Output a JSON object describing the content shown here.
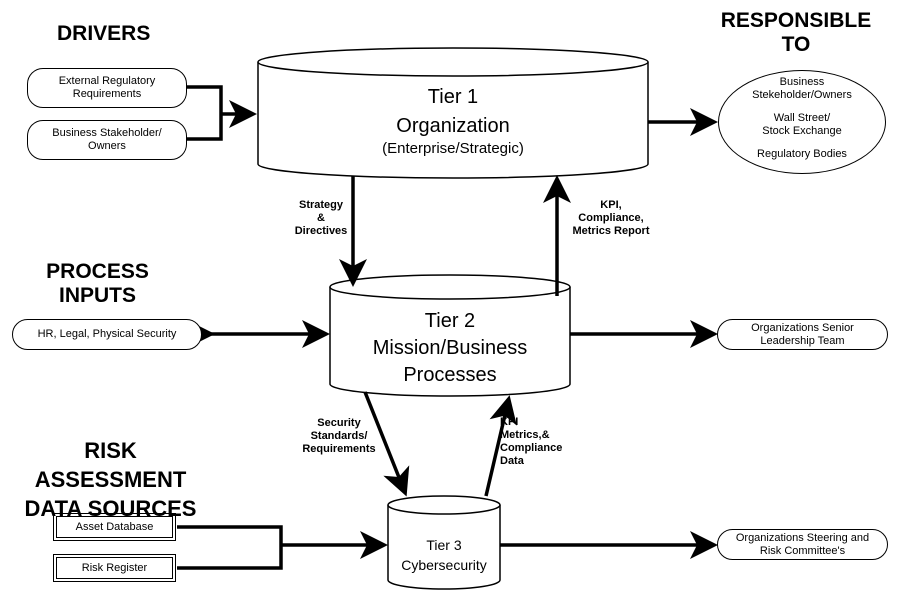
{
  "headings": {
    "drivers": "DRIVERS",
    "responsible_to": "RESPONSIBLE\nTO",
    "process_inputs": "PROCESS\nINPUTS",
    "risk_assessment": "RISK\nASSESSMENT\nDATA SOURCES"
  },
  "drivers": [
    "External Regulatory\nRequirements",
    "Business Stakeholder/\nOwners"
  ],
  "tier1": {
    "title": "Tier 1",
    "subtitle": "Organization",
    "detail": "(Enterprise/Strategic)"
  },
  "tier2": {
    "title": "Tier 2",
    "subtitle": "Mission/Business",
    "detail": "Processes"
  },
  "tier3": {
    "title": "Tier 3",
    "subtitle": "Cybersecurity"
  },
  "responsible": {
    "line1": "Business\nStekeholder/Owners",
    "line2": "Wall Street/\nStock Exchange",
    "line3": "Regulatory Bodies"
  },
  "process_input": "HR, Legal, Physical Security",
  "senior_leadership": "Organizations Senior\nLeadership Team",
  "risk_sources": [
    "Asset Database",
    "Risk Register"
  ],
  "steering": "Organizations Steering and\nRisk Committee's",
  "edge_labels": {
    "strategy": "Strategy\n&\nDirectives",
    "kpi_report": "KPI,\nCompliance,\nMetrics Report",
    "security": "Security\nStandards/\nRequirements",
    "kpi_metrics": "KPI\nMetrics,&\nCompliance\nData"
  }
}
